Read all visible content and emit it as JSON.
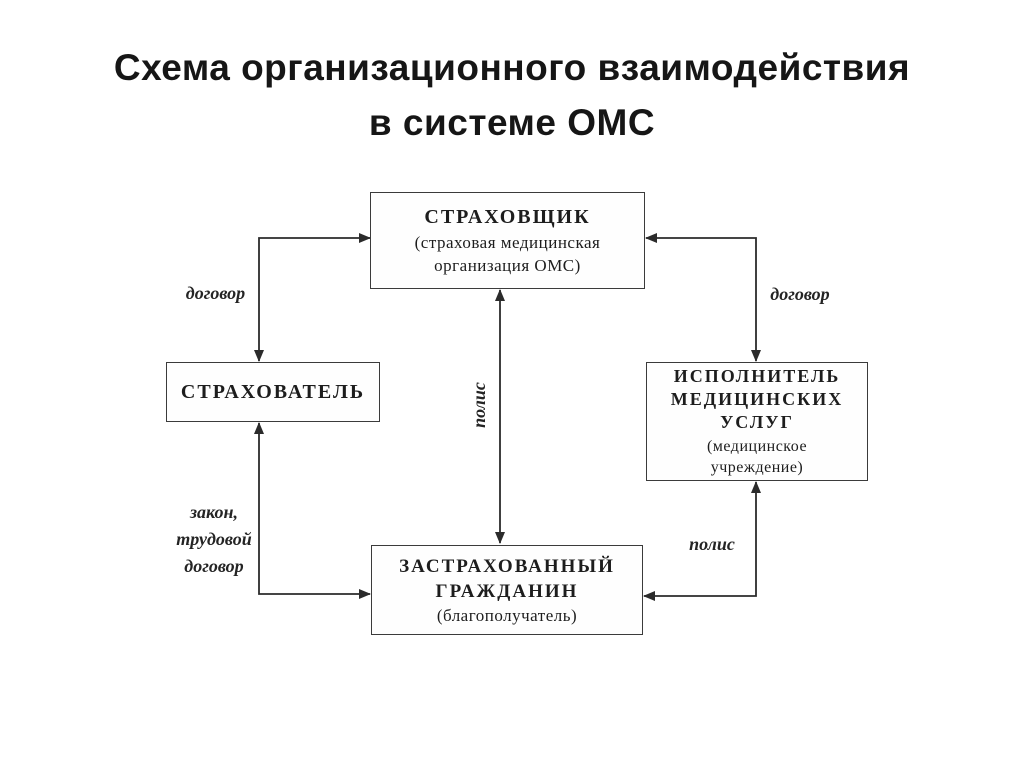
{
  "slide": {
    "title_line1": "Схема организационного взаимодействия",
    "title_line2": "в системе ОМС"
  },
  "nodes": {
    "insurer": {
      "name": "СТРАХОВЩИК",
      "detail": "(страховая медицинская\nорганизация ОМС)"
    },
    "policyholder": {
      "name": "СТРАХОВАТЕЛЬ"
    },
    "provider": {
      "name": "ИСПОЛНИТЕЛЬ\nМЕДИЦИНСКИХ\nУСЛУГ",
      "detail": "(медицинское\nучреждение)"
    },
    "insured": {
      "name": "ЗАСТРАХОВАННЫЙ\nГРАЖДАНИН",
      "detail": "(благополучатель)"
    }
  },
  "edges": {
    "policyholder_insurer": {
      "label": "договор"
    },
    "insurer_provider": {
      "label": "договор"
    },
    "insurer_insured": {
      "label": "полис"
    },
    "policyholder_insured": {
      "label": "закон,\nтрудовой\nдоговор"
    },
    "provider_insured": {
      "label": "полис"
    }
  },
  "colors": {
    "ink": "#2b2b2b",
    "background": "#ffffff"
  }
}
